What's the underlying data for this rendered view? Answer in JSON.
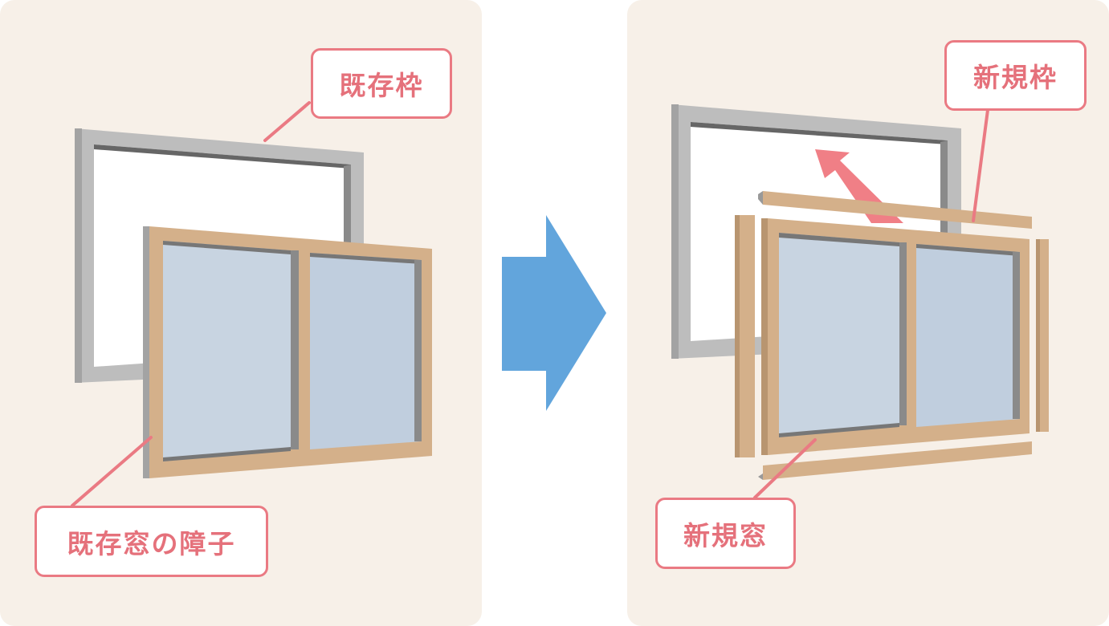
{
  "labels": {
    "existing_frame": "既存枠",
    "existing_sash": "既存窓の障子",
    "new_frame": "新規枠",
    "new_window": "新規窓"
  },
  "colors": {
    "panel_bg": "#f7f0e8",
    "label_accent": "#ea7a83",
    "arrow": "#62a5dc",
    "wood": "#d4b08a",
    "existing_frame": "#bdbdbd",
    "glass": "#c5dbf0"
  }
}
